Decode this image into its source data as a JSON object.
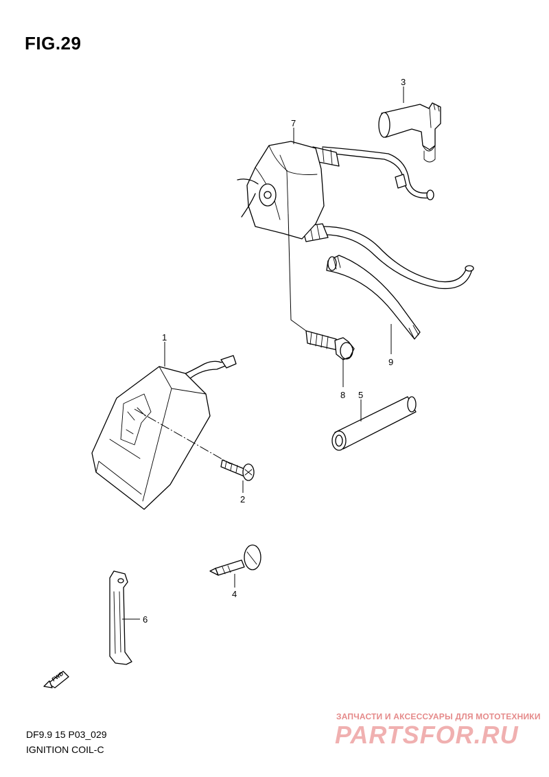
{
  "figure": {
    "title": "FIG.29",
    "code": "DF9.9 15 P03_029",
    "name": "IGNITION COIL-C"
  },
  "fwd_label": "FWD",
  "callouts": [
    {
      "id": "1",
      "label": "1"
    },
    {
      "id": "2",
      "label": "2"
    },
    {
      "id": "3",
      "label": "3"
    },
    {
      "id": "4",
      "label": "4"
    },
    {
      "id": "5",
      "label": "5"
    },
    {
      "id": "6",
      "label": "6"
    },
    {
      "id": "7",
      "label": "7"
    },
    {
      "id": "8",
      "label": "8"
    },
    {
      "id": "9",
      "label": "9"
    }
  ],
  "watermark": {
    "tagline": "ЗАПЧАСТИ И АКСЕССУАРЫ ДЛЯ МОТОТЕХНИКИ",
    "logo": "PARTSFOR.RU"
  }
}
